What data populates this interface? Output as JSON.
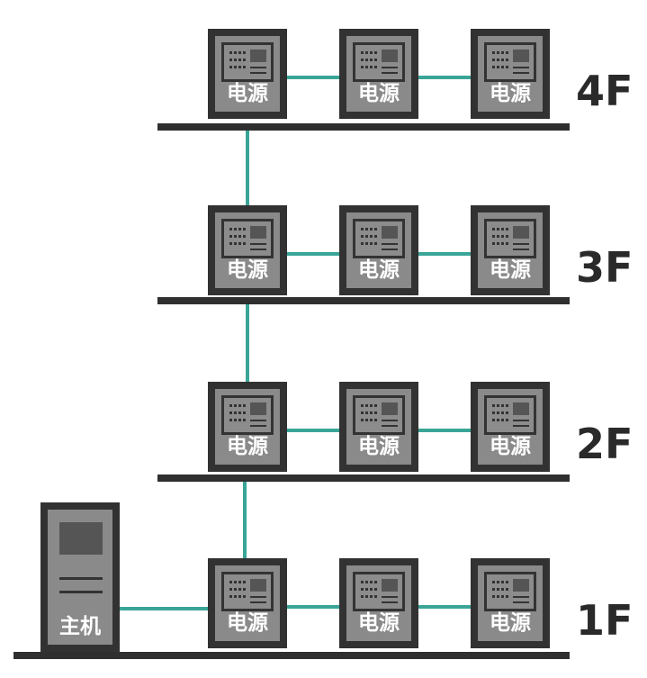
{
  "floors": [
    {
      "label": "4F",
      "devices": [
        "电源",
        "电源",
        "电源"
      ]
    },
    {
      "label": "3F",
      "devices": [
        "电源",
        "电源",
        "电源"
      ]
    },
    {
      "label": "2F",
      "devices": [
        "电源",
        "电源",
        "电源"
      ]
    },
    {
      "label": "1F",
      "devices": [
        "电源",
        "电源",
        "电源"
      ]
    }
  ],
  "host": {
    "label": "主机"
  },
  "colors": {
    "link": "#3aa597",
    "device": "#323232",
    "bus": "#2f2f2f"
  }
}
